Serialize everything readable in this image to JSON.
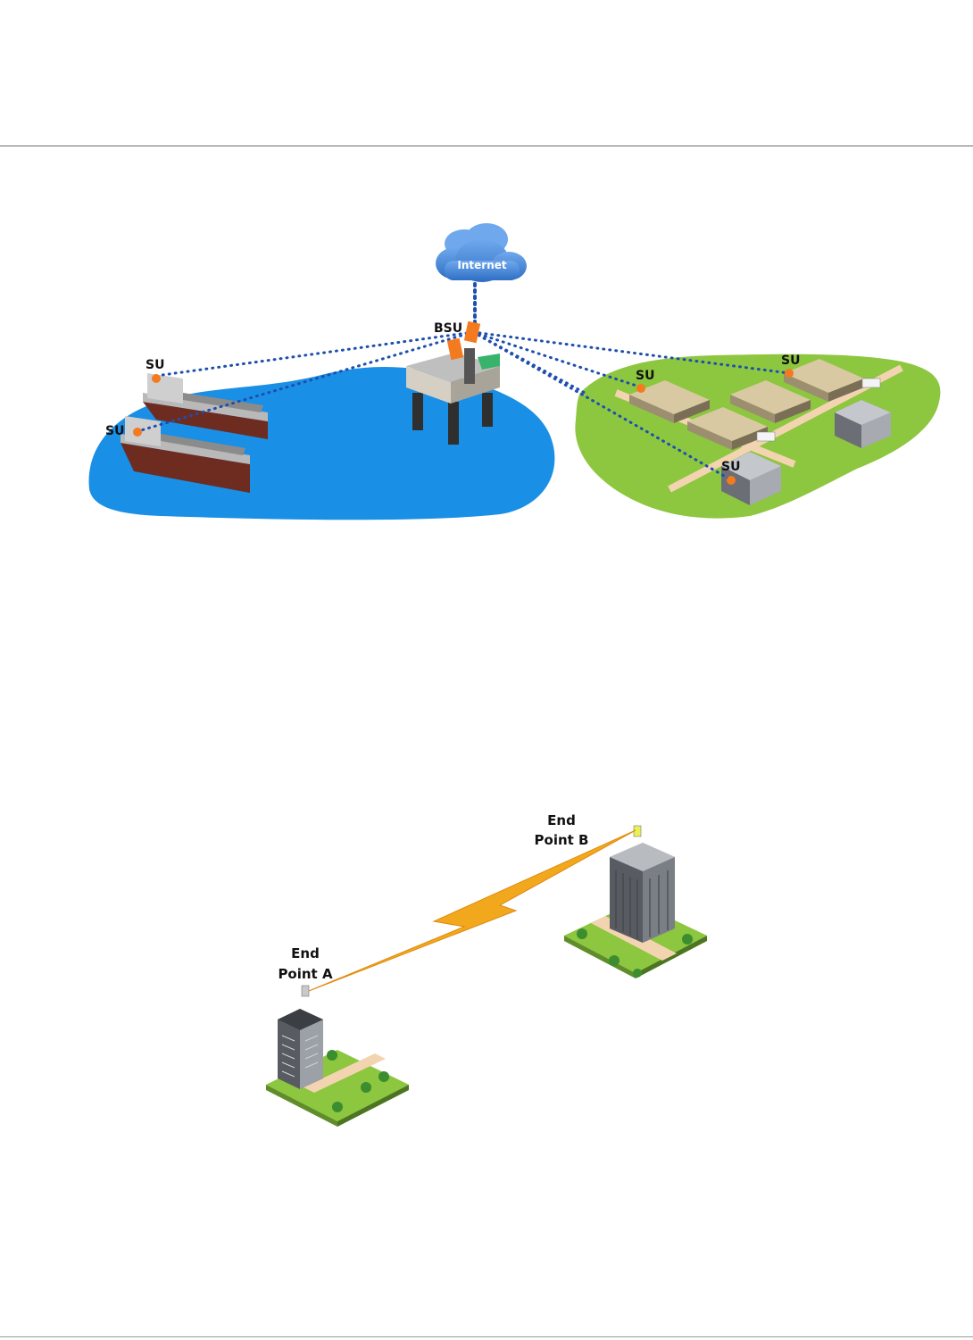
{
  "figures": {
    "multipoint": {
      "cloud_label": "Internet",
      "base_label": "BSU",
      "subscriber_labels": [
        "SU",
        "SU",
        "SU",
        "SU"
      ],
      "colors": {
        "water": "#1a8fe6",
        "land": "#8dc63f",
        "link": "#1d4fae",
        "radio": "#f47a20",
        "cloud": "#3f84d6"
      }
    },
    "point_to_point": {
      "end_a_line1": "End",
      "end_a_line2": "Point A",
      "end_b_line1": "End",
      "end_b_line2": "Point B",
      "colors": {
        "link": "#f2a81c",
        "lawn": "#8dc63f",
        "building": "#6f7378"
      }
    }
  }
}
